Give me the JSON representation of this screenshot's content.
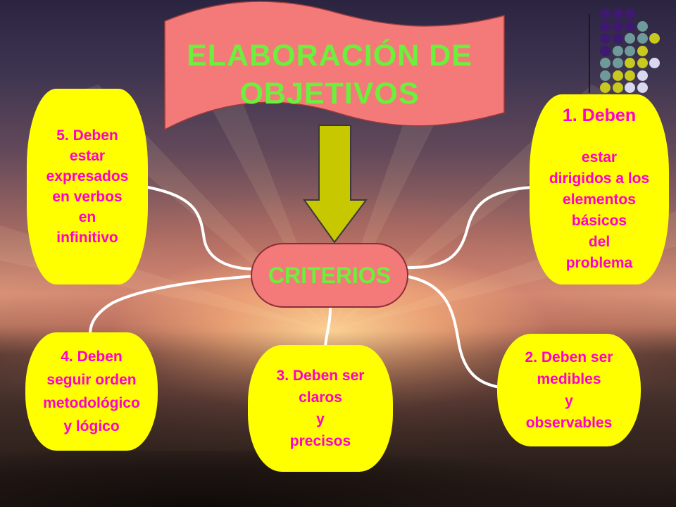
{
  "colors": {
    "title_text": "#6bf03c",
    "banner_fill": "#f47a7a",
    "center_fill": "#f47a7a",
    "box_fill": "#ffff00",
    "box_text": "#ff00cc",
    "arrow_fill": "#c8c800",
    "connector": "#ffffff"
  },
  "title": "ELABORACIÓN DE\nOBJETIVOS",
  "center": {
    "label": "CRITERIOS"
  },
  "criteria": [
    {
      "id": "1",
      "lead": "1. Deben",
      "text": "estar\ndirigidos a los\nelementos\nbásicos\ndel\nproblema"
    },
    {
      "id": "2",
      "text": "2. Deben ser\nmedibles\ny\nobservables"
    },
    {
      "id": "3",
      "text": "3. Deben ser\nclaros\ny\nprecisos"
    },
    {
      "id": "4",
      "text": "4. Deben\nseguir orden\nmetodológico\ny lógico"
    },
    {
      "id": "5",
      "text": "5. Deben\nestar\nexpresados\nen  verbos\nen\ninfinitivo"
    }
  ],
  "decoration": {
    "dot_grid_colors": [
      "#3d1a6e",
      "#6f9a9a",
      "#c8c81e",
      "#d8d8ee"
    ]
  }
}
